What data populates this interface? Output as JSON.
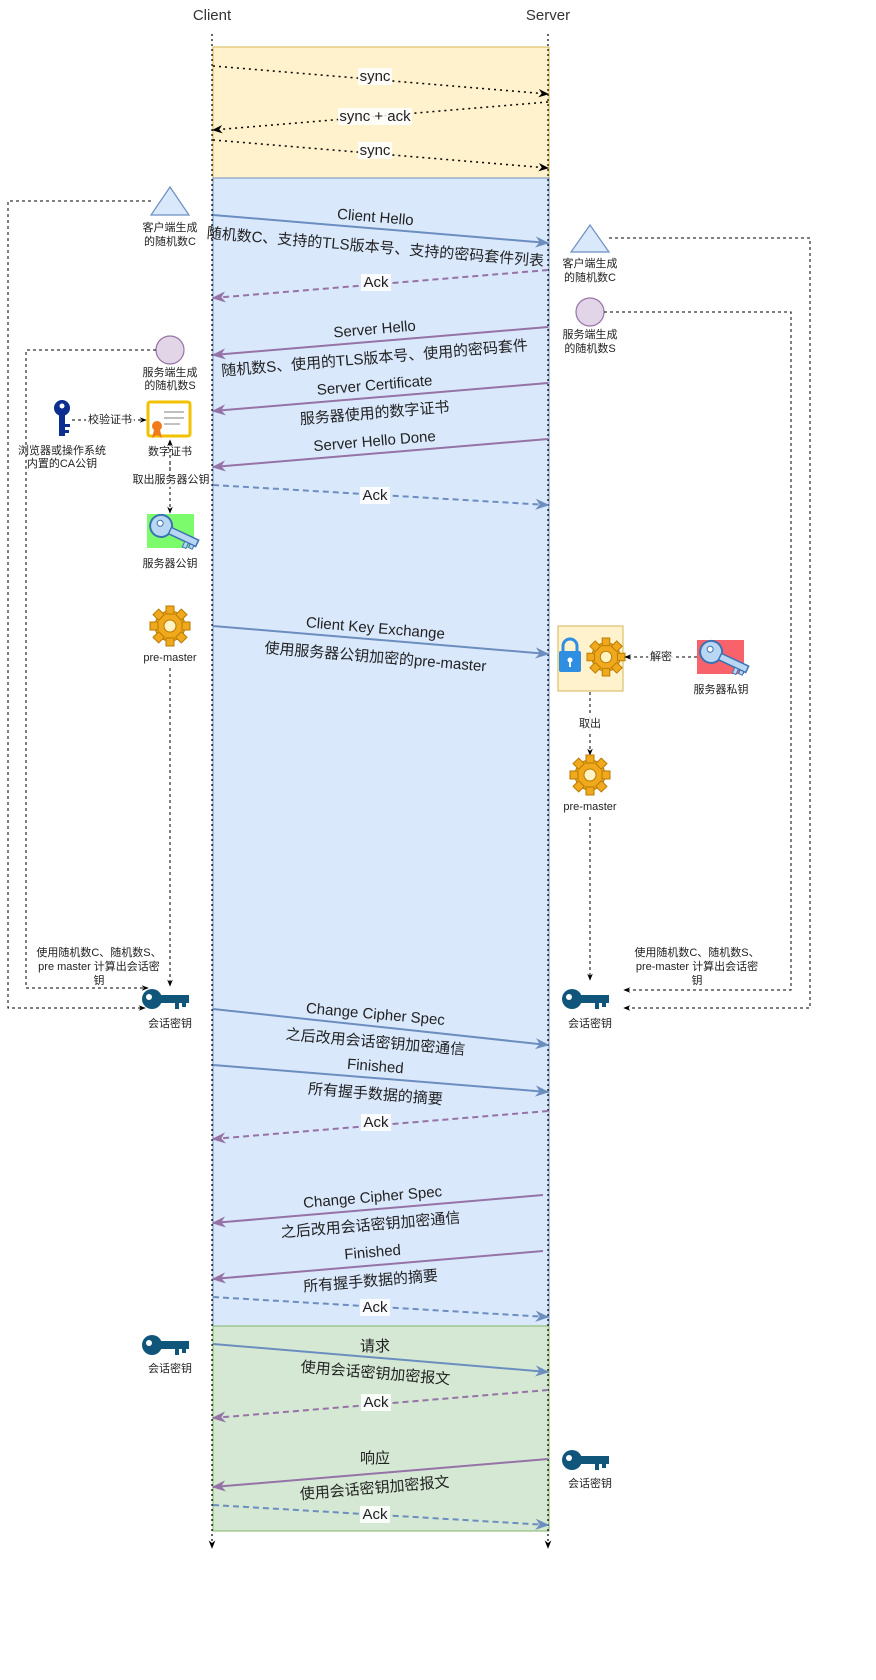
{
  "lanes": {
    "client": "Client",
    "server": "Server"
  },
  "colors": {
    "phase_tcp": "#fff2cc",
    "phase_tls": "#dae8fc",
    "phase_data": "#d5e8d4",
    "arrow_blue": "#6c8ebf",
    "arrow_purple": "#9673a6",
    "key_dark": "#10567a",
    "key_green_bg": "#7cfc6c",
    "key_red_bg": "#f8626a"
  },
  "messages": {
    "sync1": "sync",
    "sync_ack": "sync + ack",
    "sync2": "sync",
    "client_hello": "Client Hello",
    "client_hello_desc": "随机数C、支持的TLS版本号、支持的密码套件列表",
    "ack1": "Ack",
    "server_hello": "Server Hello",
    "server_hello_desc": "随机数S、使用的TLS版本号、使用的密码套件",
    "server_cert": "Server Certificate",
    "server_cert_desc": "服务器使用的数字证书",
    "server_hello_done": "Server Hello Done",
    "ack2": "Ack",
    "client_key_exchange": "Client Key Exchange",
    "client_key_exchange_desc": "使用服务器公钥加密的pre-master",
    "ccs1": "Change Cipher Spec",
    "ccs1_desc": "之后改用会话密钥加密通信",
    "finished1": "Finished",
    "finished1_desc": "所有握手数据的摘要",
    "ack3": "Ack",
    "ccs2": "Change Cipher Spec",
    "ccs2_desc": "之后改用会话密钥加密通信",
    "finished2": "Finished",
    "finished2_desc": "所有握手数据的摘要",
    "ack4": "Ack",
    "request": "请求",
    "request_desc": "使用会话密钥加密报文",
    "ack5": "Ack",
    "response": "响应",
    "response_desc": "使用会话密钥加密报文",
    "ack6": "Ack"
  },
  "client_side": {
    "random_c_line1": "客户端生成",
    "random_c_line2": "的随机数C",
    "random_s_line1": "服务端生成",
    "random_s_line2": "的随机数S",
    "verify_cert": "校验证书",
    "ca_key_line1": "浏览器或操作系统",
    "ca_key_line2": "内置的CA公钥",
    "digital_cert": "数字证书",
    "extract_pubkey": "取出服务器公钥",
    "server_pubkey": "服务器公钥",
    "pre_master": "pre-master",
    "compute_line1": "使用随机数C、随机数S、",
    "compute_line2": "pre master 计算出会话密",
    "compute_line3": "钥",
    "session_key": "会话密钥",
    "session_key_data": "会话密钥"
  },
  "server_side": {
    "random_c_line1": "客户端生成",
    "random_c_line2": "的随机数C",
    "random_s_line1": "服务端生成",
    "random_s_line2": "的随机数S",
    "decrypt": "解密",
    "private_key": "服务器私钥",
    "extract": "取出",
    "pre_master": "pre-master",
    "compute_line1": "使用随机数C、随机数S、",
    "compute_line2": "pre-master 计算出会话密",
    "compute_line3": "钥",
    "session_key": "会话密钥",
    "session_key_data": "会话密钥"
  }
}
